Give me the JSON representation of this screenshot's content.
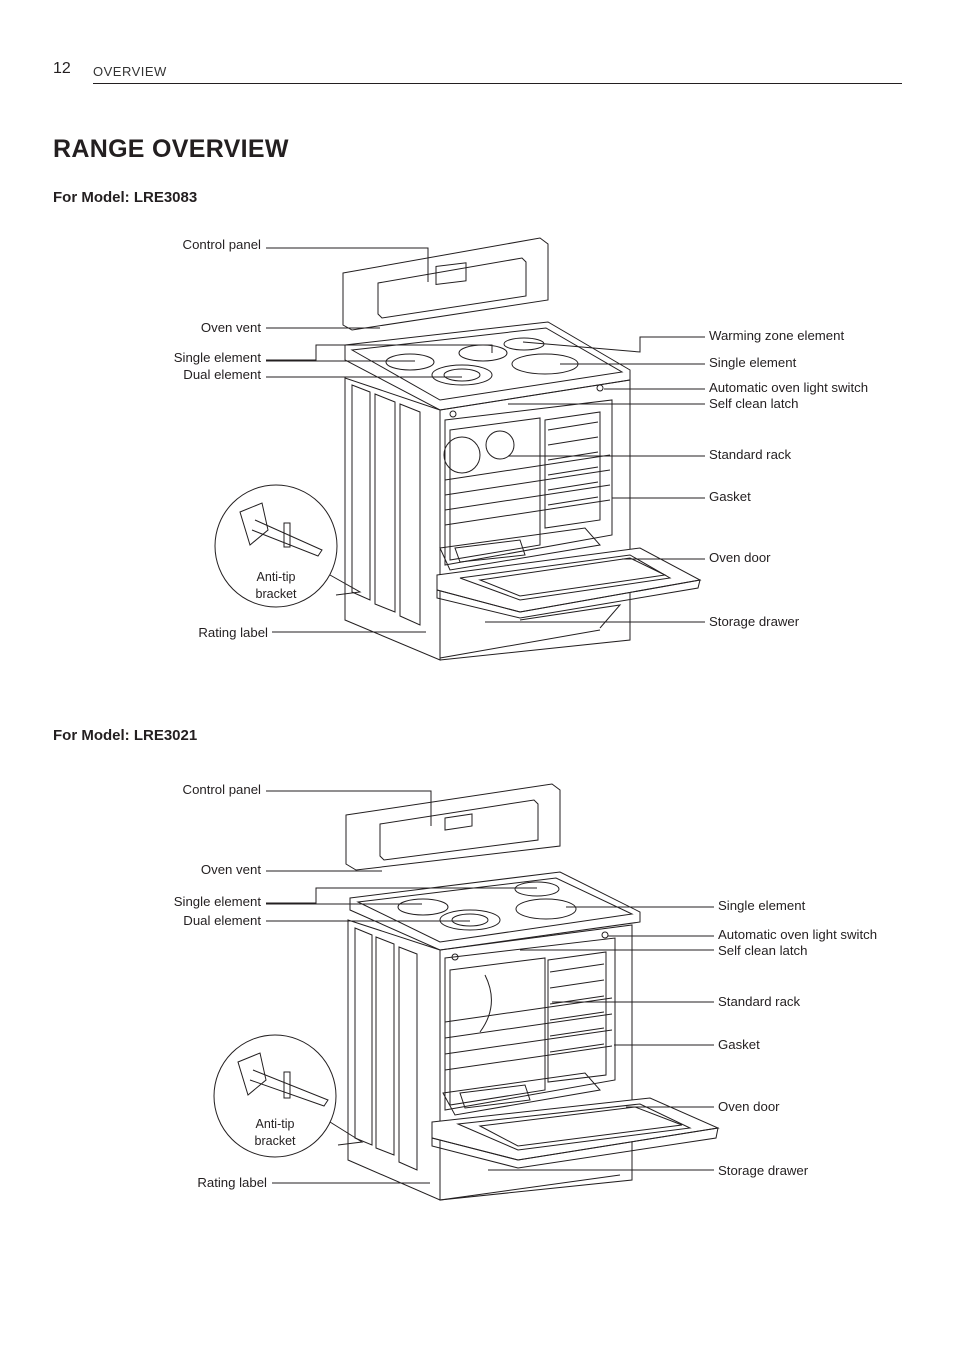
{
  "header": {
    "page_number": "12",
    "section": "OVERVIEW"
  },
  "title": "RANGE OVERVIEW",
  "models": [
    {
      "heading": "For Model: LRE3083",
      "labels": {
        "control_panel": "Control panel",
        "oven_vent": "Oven vent",
        "single_element_left": "Single element",
        "dual_element": "Dual element",
        "anti_tip": "Anti-tip",
        "bracket": "bracket",
        "rating_label": "Rating label",
        "warming_zone": "Warming zone element",
        "single_element_right": "Single element",
        "auto_light_switch": "Automatic oven light switch",
        "self_clean_latch": "Self clean latch",
        "standard_rack": "Standard rack",
        "gasket": "Gasket",
        "oven_door": "Oven door",
        "storage_drawer": "Storage drawer"
      }
    },
    {
      "heading": "For Model: LRE3021",
      "labels": {
        "control_panel": "Control panel",
        "oven_vent": "Oven vent",
        "single_element_left": "Single element",
        "dual_element": "Dual element",
        "anti_tip": "Anti-tip",
        "bracket": "bracket",
        "rating_label": "Rating label",
        "single_element_right": "Single element",
        "auto_light_switch": "Automatic oven light switch",
        "self_clean_latch": "Self clean latch",
        "standard_rack": "Standard rack",
        "gasket": "Gasket",
        "oven_door": "Oven door",
        "storage_drawer": "Storage drawer"
      }
    }
  ]
}
